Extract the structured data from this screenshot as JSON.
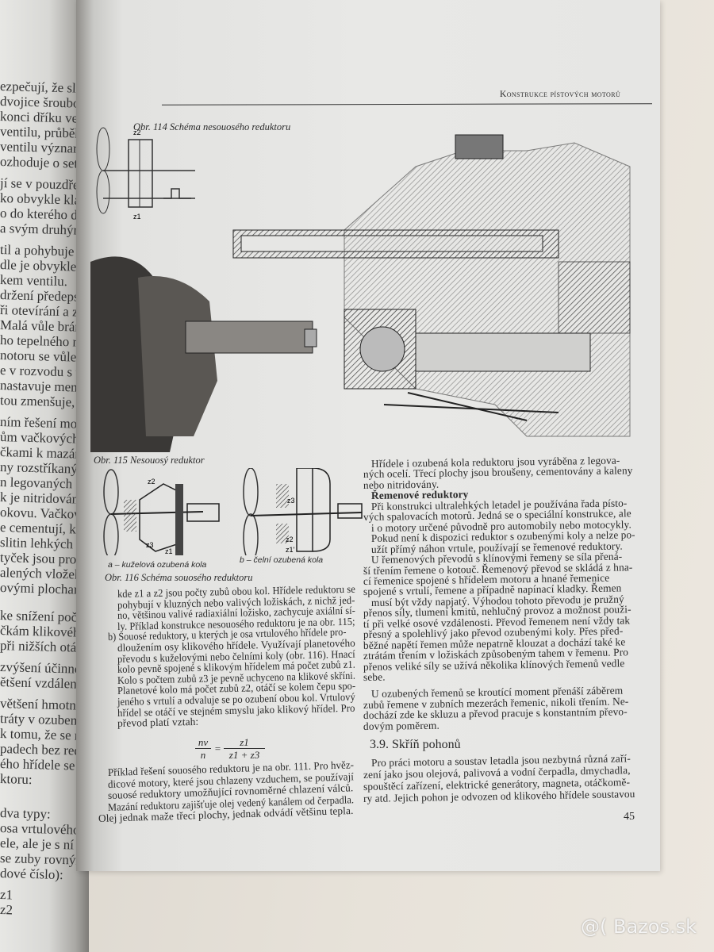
{
  "header": {
    "running_title": "Konstrukce pístových motorů"
  },
  "page_number": "45",
  "figures": {
    "fig114_caption": "Obr. 114 Schéma nesouosého reduktoru",
    "fig114_labels": [
      "z2",
      "z1"
    ],
    "fig115_caption": "Obr. 115 Nesouosý reduktor",
    "fig116_caption": "Obr. 116 Schéma souosého reduktoru",
    "fig116a_caption": "a – kuželová ozubená kola",
    "fig116b_caption": "b – čelní ozubená kola",
    "fig116a_labels": [
      "z2",
      "z3",
      "z1"
    ],
    "fig116b_labels": [
      "z3",
      "z2",
      "z1'"
    ]
  },
  "left_column": {
    "lines": [
      "kde z1 a z2 jsou počty zubů obou kol. Hřídele reduktoru se",
      "pohybují v kluzných nebo valivých ložiskách, z nichž jed-",
      "no, většinou valivé radiaxiální ložisko, zachycuje axiální sí-",
      "ly. Příklad konstrukce nesouosého reduktoru je na obr. 115;",
      "b) Souosé reduktory, u kterých je osa vrtulového hřídele pro-",
      "dloužením osy klikového hřídele. Využívají planetového",
      "převodu s kuželovými nebo čelními koly (obr. 116). Hnací",
      "kolo pevně spojené s klikovým hřídelem má počet zubů z1.",
      "Kolo s počtem zubů z3 je pevně uchyceno na klikové skříni.",
      "Planetové kolo má počet zubů z2, otáčí se kolem čepu spo-",
      "jeného s vrtulí a odvaluje se po ozubení obou kol. Vrtulový",
      "hřídel se otáčí ve stejném smyslu jako klikový hřídel. Pro",
      "převod platí vztah:"
    ],
    "formula": {
      "lhs_num": "nv",
      "lhs_den": "n",
      "rhs_num": "z1",
      "rhs_den": "z1 + z3"
    },
    "lines2": [
      "Příklad řešení souosého reduktoru je na obr. 111. Pro hvěz-",
      "dicové motory, které jsou chlazeny vzduchem, se používají",
      "souosé reduktory umožňující rovnoměrné chlazení válců.",
      "Mazání reduktoru zajišťuje olej vedený kanálem od čerpadla.",
      "Olej jednak maže třecí plochy, jednak odvádí většinu tepla."
    ]
  },
  "right_column": {
    "lines": [
      "Hřídele i ozubená kola reduktoru jsou vyráběna z legova-",
      "ných ocelí. Třecí plochy jsou broušeny, cementovány a kaleny",
      "nebo nitridovány.",
      "Řemenové reduktory",
      "Při konstrukci ultralehkých letadel je používána řada písto-",
      "vých spalovacích motorů. Jedná se o speciální konstrukce, ale",
      "i o motory určené původně pro automobily nebo motocykly.",
      "Pokud není k dispozici reduktor s ozubenými koly a nelze po-",
      "užít přímý náhon vrtule, používají se řemenové reduktory.",
      "U řemenových převodů s klínovými řemeny se síla přená-",
      "ší třením řemene o kotouč. Řemenový převod se skládá z hna-",
      "cí řemenice spojené s hřídelem motoru a hnané řemenice",
      "spojené s vrtulí, řemene a případně napínací kladky. Řemen",
      "musí být vždy napjatý. Výhodou tohoto převodu je pružný",
      "přenos síly, tlumení kmitů, nehlučný provoz a možnost použi-",
      "tí při velké osové vzdálenosti. Převod řemenem není vždy tak",
      "přesný a spolehlivý jako převod ozubenými koly. Přes před-",
      "běžné napětí řemen může nepatrně klouzat a dochází také ke",
      "ztrátám třením v ložiskách způsobeným tahem v řemenu. Pro",
      "přenos veliké síly se užívá několika klínových řemenů vedle",
      "sebe.",
      "U ozubených řemenů se kroutící moment přenáší záběrem",
      "zubů řemene v zubních mezerách řemenic, nikoli třením. Ne-",
      "dochází zde ke skluzu a převod pracuje s konstantním převo-",
      "dovým poměrem."
    ],
    "section_heading": "3.9. Skříň pohonů",
    "lines2": [
      "Pro práci motoru a soustav letadla jsou nezbytná různá zaří-",
      "zení jako jsou olejová, palivová a vodní čerpadla, dmychadla,",
      "spouštěcí zařízení, elektrické generátory, magneta, otáčkomě-",
      "ry atd. Jejich pohon je odvozen od klikového hřídele soustavou"
    ]
  },
  "left_page": {
    "lines": [
      "ezpečují, že sl",
      "dvojice šroubov",
      "konci dříku ven",
      "ventilu, průběh j",
      "ventilu význam",
      "ozhoduje o setrv",
      "",
      "jí se v pouzdře v h",
      "ko obvykle klaďk",
      "o do kterého dos",
      "a svým druhým k",
      "",
      "til a pohybuje se p",
      "dle je obvykle zař",
      "kem ventilu.",
      "držení předepsané v",
      "ři otevírání a zav",
      "Malá vůle brání v",
      "ho tepelného rozt",
      "notoru se vůle při p",
      "e v rozvodu s teplot",
      "nastavuje menší. P",
      "tou zmenšuje, prot",
      "",
      "ním řešení motoru. T",
      "ům vačkových hříd",
      "čkami k mazání lož",
      "ny rozstříkaným olej",
      "n legovaných ocelí p",
      "k je nitridován, broš",
      "okovu. Vačkové hříd",
      "e cementují, kali a br",
      "slitin lehkých kovů",
      "tyček jsou provedeny",
      "alených vložek. Val",
      "ovými plochami.",
      "",
      "",
      "ke snížení počtu ot",
      "čkám klikového hříd",
      "při nižších otáčkách",
      "",
      "zvýšení účinnosti vr",
      "ětšení vzdálenosti os",
      "",
      "většení hmotnosti mot",
      "tráty v ozubeném přev",
      "k tomu, že se motory",
      "padech bez reduktorů.",
      "ého hřídele se nazývá p",
      "ktoru:",
      "",
      "",
      "",
      "dva typy:",
      "osa vrtulového hřídele",
      "ele, ale je s ní rovnob",
      "se zuby rovnými nebo",
      "dové číslo):",
      "",
      "z1",
      "z2"
    ]
  },
  "watermark": "@( Bazos.sk"
}
